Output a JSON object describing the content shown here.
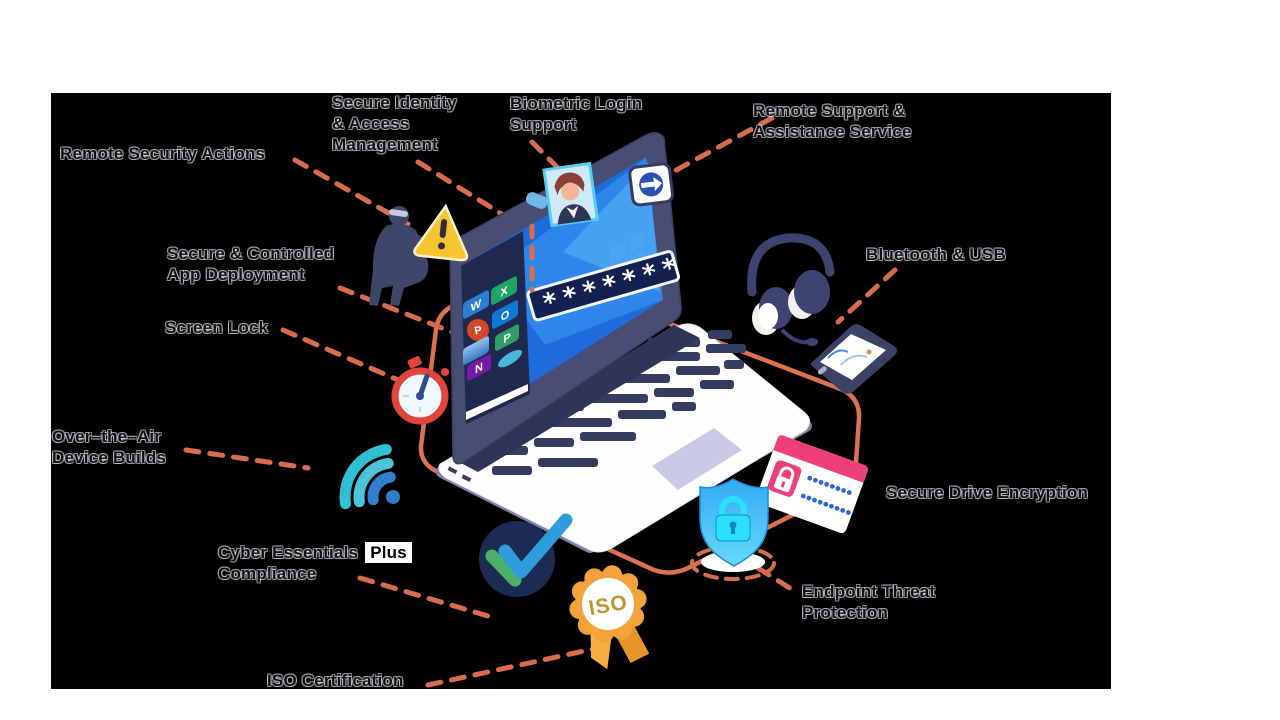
{
  "labels": {
    "remote_security": {
      "line1": "Remote Security Actions"
    },
    "secure_identity": {
      "line1": "Secure Identity",
      "line2": "& Access",
      "line3": "Management"
    },
    "biometric": {
      "line1": "Biometric Login",
      "line2": "Support"
    },
    "remote_support": {
      "line1": "Remote Support &",
      "line2": "Assistance Service"
    },
    "bluetooth_usb": {
      "line1": "Bluetooth & USB"
    },
    "secure_app": {
      "line1": "Secure & Controlled",
      "line2": "App Deployment"
    },
    "screen_lock": {
      "line1": "Screen Lock"
    },
    "ota": {
      "line1": "Over–the–Air",
      "line2": "Device Builds"
    },
    "secure_drive": {
      "line1": "Secure Drive Encryption"
    },
    "endpoint": {
      "line1": "Endpoint Threat",
      "line2": "Protection"
    },
    "cyber": {
      "prefix": "Cyber Essentials",
      "chip": "Plus",
      "line2": "Compliance"
    },
    "iso_cert": {
      "line1": "ISO Certification"
    }
  },
  "laptop": {
    "password_mask": "*******",
    "app_tiles": [
      {
        "letter": "W"
      },
      {
        "letter": "X"
      },
      {
        "letter": "P"
      },
      {
        "letter": "O"
      },
      {
        "letter": "P"
      },
      {
        "letter": "N"
      }
    ]
  },
  "badges": {
    "iso_text": "ISO"
  },
  "colors": {
    "background": "#000000",
    "dashed_line": "#D96C4C",
    "solid_line": "#DD7150",
    "screen_blue": "#1E6CDB",
    "screen_light_blue": "#49A4F2",
    "bezel_navy": "#474E72",
    "panel_navy": "#1F2950",
    "card_pink": "#EE3F78",
    "lock_cyan": "#2AE0FB",
    "badge_gold": "#F3A33A",
    "wifi_teal": "#30C0D4",
    "device_navy": "#3D4470",
    "alert_yellow": "#F5C42E",
    "stopwatch_red": "#E0443C"
  }
}
